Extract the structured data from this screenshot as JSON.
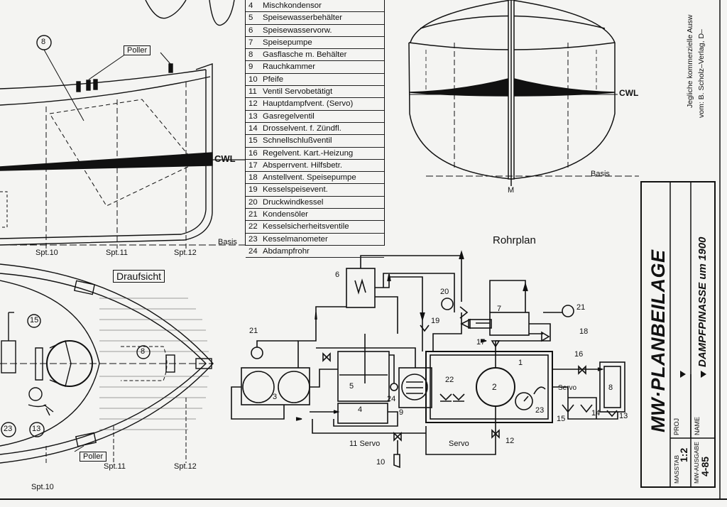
{
  "legend": [
    {
      "num": "4",
      "text": "Mischkondensor"
    },
    {
      "num": "5",
      "text": "Speisewasserbehälter"
    },
    {
      "num": "6",
      "text": "Speisewasservorw."
    },
    {
      "num": "7",
      "text": "Speisepumpe"
    },
    {
      "num": "8",
      "text": "Gasflasche m. Behälter"
    },
    {
      "num": "9",
      "text": "Rauchkammer"
    },
    {
      "num": "10",
      "text": "Pfeife"
    },
    {
      "num": "11",
      "text": "Ventil Servobetätigt"
    },
    {
      "num": "12",
      "text": "Hauptdampfvent. (Servo)"
    },
    {
      "num": "13",
      "text": "Gasregelventil"
    },
    {
      "num": "14",
      "text": "Drosselvent. f. Zündfl."
    },
    {
      "num": "15",
      "text": "Schnellschlußventil"
    },
    {
      "num": "16",
      "text": "Regelvent. Kart.-Heizung"
    },
    {
      "num": "17",
      "text": "Absperrvent. Hilfsbetr."
    },
    {
      "num": "18",
      "text": "Anstellvent. Speisepumpe"
    },
    {
      "num": "19",
      "text": "Kesselspeisevent."
    },
    {
      "num": "20",
      "text": "Druckwindkessel"
    },
    {
      "num": "21",
      "text": "Kondensöler"
    },
    {
      "num": "22",
      "text": "Kesselsicherheitsventile"
    },
    {
      "num": "23",
      "text": "Kesselmanometer"
    },
    {
      "num": "24",
      "text": "Abdampfrohr"
    }
  ],
  "side_view": {
    "poller": "Poller",
    "cwl": "CWL",
    "basis": "Basis",
    "spt10": "Spt.10",
    "spt11": "Spt.11",
    "spt12": "Spt.12",
    "marker8": "8"
  },
  "top_view": {
    "title": "Draufsicht",
    "poller": "Poller",
    "spt10": "Spt.10",
    "spt11": "Spt.11",
    "spt12": "Spt.12",
    "m15": "15",
    "m23": "23",
    "m13": "13",
    "m8": "8"
  },
  "section_view": {
    "cwl": "CWL",
    "basis": "Basis",
    "m": "M"
  },
  "pipe_plan": {
    "title": "Rohrplan",
    "labels": {
      "n1": "1",
      "n2": "2",
      "n3": "3",
      "n4": "4",
      "n5": "5",
      "n6": "6",
      "n7": "7",
      "n8": "8",
      "n9": "9",
      "n10": "10",
      "n11": "11 Servo",
      "n12": "12",
      "n13": "13",
      "n14": "14",
      "n15": "15",
      "n16": "16",
      "n17": "17",
      "n18": "18",
      "n19": "19",
      "n20": "20",
      "n21a": "21",
      "n21b": "21",
      "n22": "22",
      "n23": "23",
      "n24": "24",
      "servo_a": "Servo",
      "servo_b": "Servo"
    }
  },
  "title_block": {
    "heading": "MW·PLANBEILAGE",
    "proj_label": "PROJ",
    "name_label": "NAME",
    "name_value": "DAMPFPINASSE um 1900",
    "massstab_label": "MASSTAB",
    "massstab_value": "1:2",
    "ausgabe_label": "MW-AUSGABE",
    "ausgabe_value": "4-85"
  },
  "side_note": {
    "line1": "Jegliche kommerzielle Ausw",
    "line2": "vom: B. Scholz–Verlag, D–"
  }
}
